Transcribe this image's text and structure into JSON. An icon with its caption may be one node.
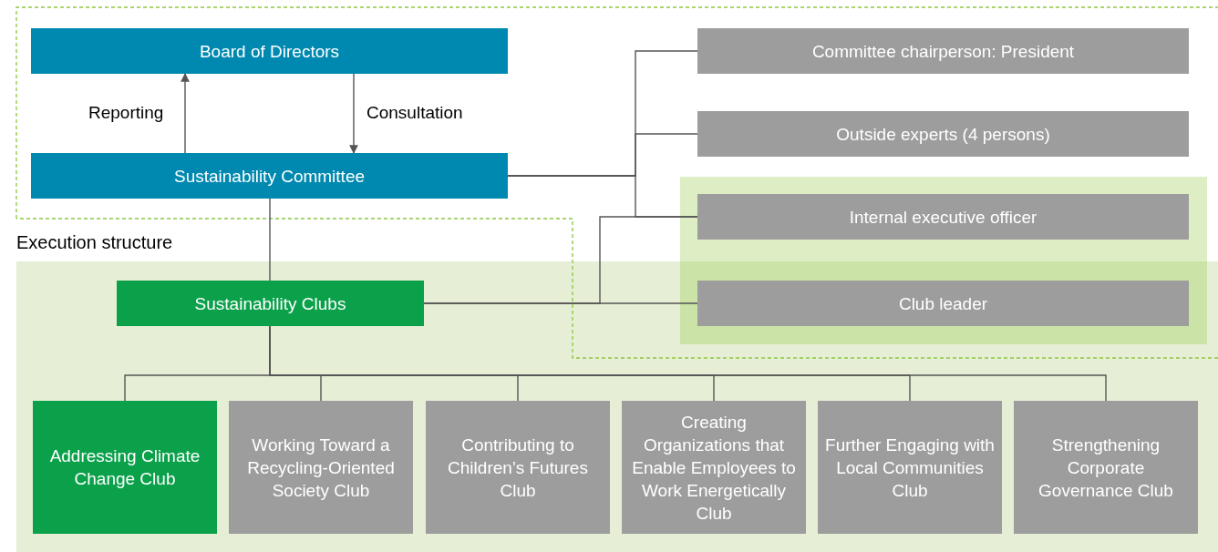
{
  "diagram": {
    "nodes": [
      {
        "text": [
          "Board of Directors"
        ]
      },
      {
        "text": [
          "Sustainability Committee"
        ]
      },
      {
        "text": [
          "Committee chairperson: President"
        ]
      },
      {
        "text": [
          "Outside experts (4 persons)"
        ]
      },
      {
        "text": [
          "Internal executive officer"
        ]
      },
      {
        "text": [
          "Execution structure"
        ]
      },
      {
        "text": [
          "Club leader"
        ],
        "in": 5
      },
      {
        "text": [
          "Sustainability Clubs"
        ],
        "in": 5
      },
      {
        "text": [
          "Addressing Climate Change Club"
        ],
        "in": 5
      },
      {
        "text": [
          "Working Toward a Recycling-Oriented Society Club"
        ],
        "in": 5
      },
      {
        "text": [
          "Contributing to Children’s Futures Club"
        ],
        "in": 5
      },
      {
        "text": [
          "Creating Organizations that Enable Employees to Work Energetically Club"
        ],
        "in": 5
      },
      {
        "text": [
          "Further Engaging with Local Communities Club"
        ],
        "in": 5
      },
      {
        "text": [
          "Strengthening Corporate Governance Club"
        ],
        "in": 5
      }
    ],
    "edges": [
      {
        "from": 1,
        "to": 0,
        "arrow": "to",
        "label": "Reporting"
      },
      {
        "from": 0,
        "to": 1,
        "arrow": "to",
        "label": "Consultation"
      },
      {
        "from": 1,
        "to": 2,
        "arrow": "none"
      },
      {
        "from": 1,
        "to": 3,
        "arrow": "none"
      },
      {
        "from": 1,
        "to": 4,
        "arrow": "none"
      },
      {
        "from": 7,
        "to": 4,
        "arrow": "none"
      },
      {
        "from": 7,
        "to": 6,
        "arrow": "none"
      },
      {
        "from": 1,
        "to": 7,
        "arrow": "none"
      },
      {
        "from": 7,
        "to": 8,
        "arrow": "none"
      },
      {
        "from": 7,
        "to": 9,
        "arrow": "none"
      },
      {
        "from": 7,
        "to": 10,
        "arrow": "none"
      },
      {
        "from": 7,
        "to": 11,
        "arrow": "none"
      },
      {
        "from": 7,
        "to": 12,
        "arrow": "none"
      },
      {
        "from": 7,
        "to": 13,
        "arrow": "none"
      }
    ]
  }
}
